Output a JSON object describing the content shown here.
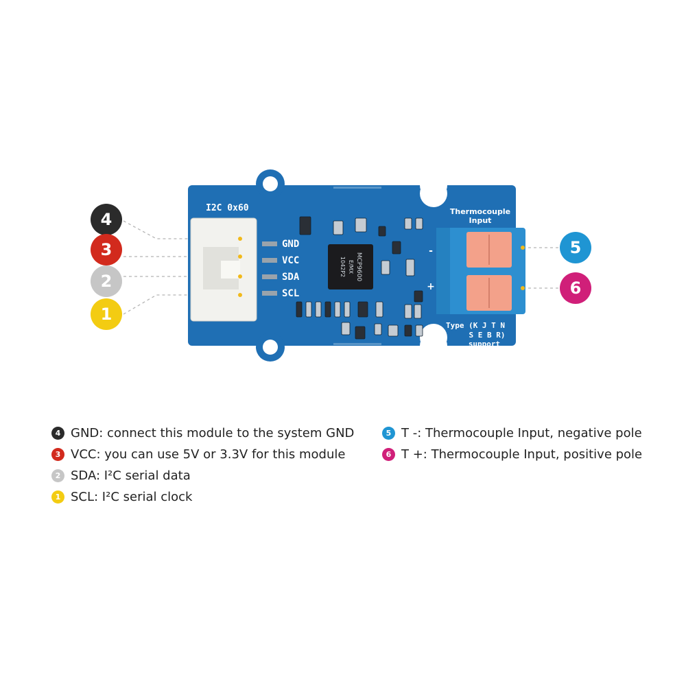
{
  "colors": {
    "board": "#1f6fb4",
    "board_edge": "#18619f",
    "terminal": "#2d8fd0",
    "spring": "#f3a18a",
    "connector": "#f2f2ee",
    "gnd": "#2b2b2b",
    "vcc": "#d22a1d",
    "sda": "#c6c6c6",
    "scl": "#f3cc12",
    "tminus": "#1f95d3",
    "tplus": "#d01f79"
  },
  "board": {
    "i2c_address": "I2C 0x60",
    "pins": [
      "GND",
      "VCC",
      "SDA",
      "SCL"
    ],
    "chip_text": [
      "MCP9600",
      "E/MX",
      "1042P2"
    ],
    "thermocouple_label": [
      "Thermocouple",
      "Input"
    ],
    "polarity": [
      "-",
      "+"
    ],
    "type_label": [
      "Type (K J T N",
      "S E B R)",
      "support"
    ]
  },
  "callouts": [
    {
      "number": "4",
      "pin": "GND"
    },
    {
      "number": "3",
      "pin": "VCC"
    },
    {
      "number": "2",
      "pin": "SDA"
    },
    {
      "number": "1",
      "pin": "SCL"
    },
    {
      "number": "5",
      "pin": "T -"
    },
    {
      "number": "6",
      "pin": "T +"
    }
  ],
  "legend": {
    "left": [
      {
        "number": "4",
        "text": "GND: connect this module to the system GND"
      },
      {
        "number": "3",
        "text": "VCC: you can use 5V or 3.3V for this module"
      },
      {
        "number": "2",
        "text": "SDA: I²C serial data"
      },
      {
        "number": "1",
        "text": "SCL: I²C serial clock"
      }
    ],
    "right": [
      {
        "number": "5",
        "text": "T -:  Thermocouple Input, negative pole"
      },
      {
        "number": "6",
        "text": "T +: Thermocouple Input, positive pole"
      }
    ]
  }
}
